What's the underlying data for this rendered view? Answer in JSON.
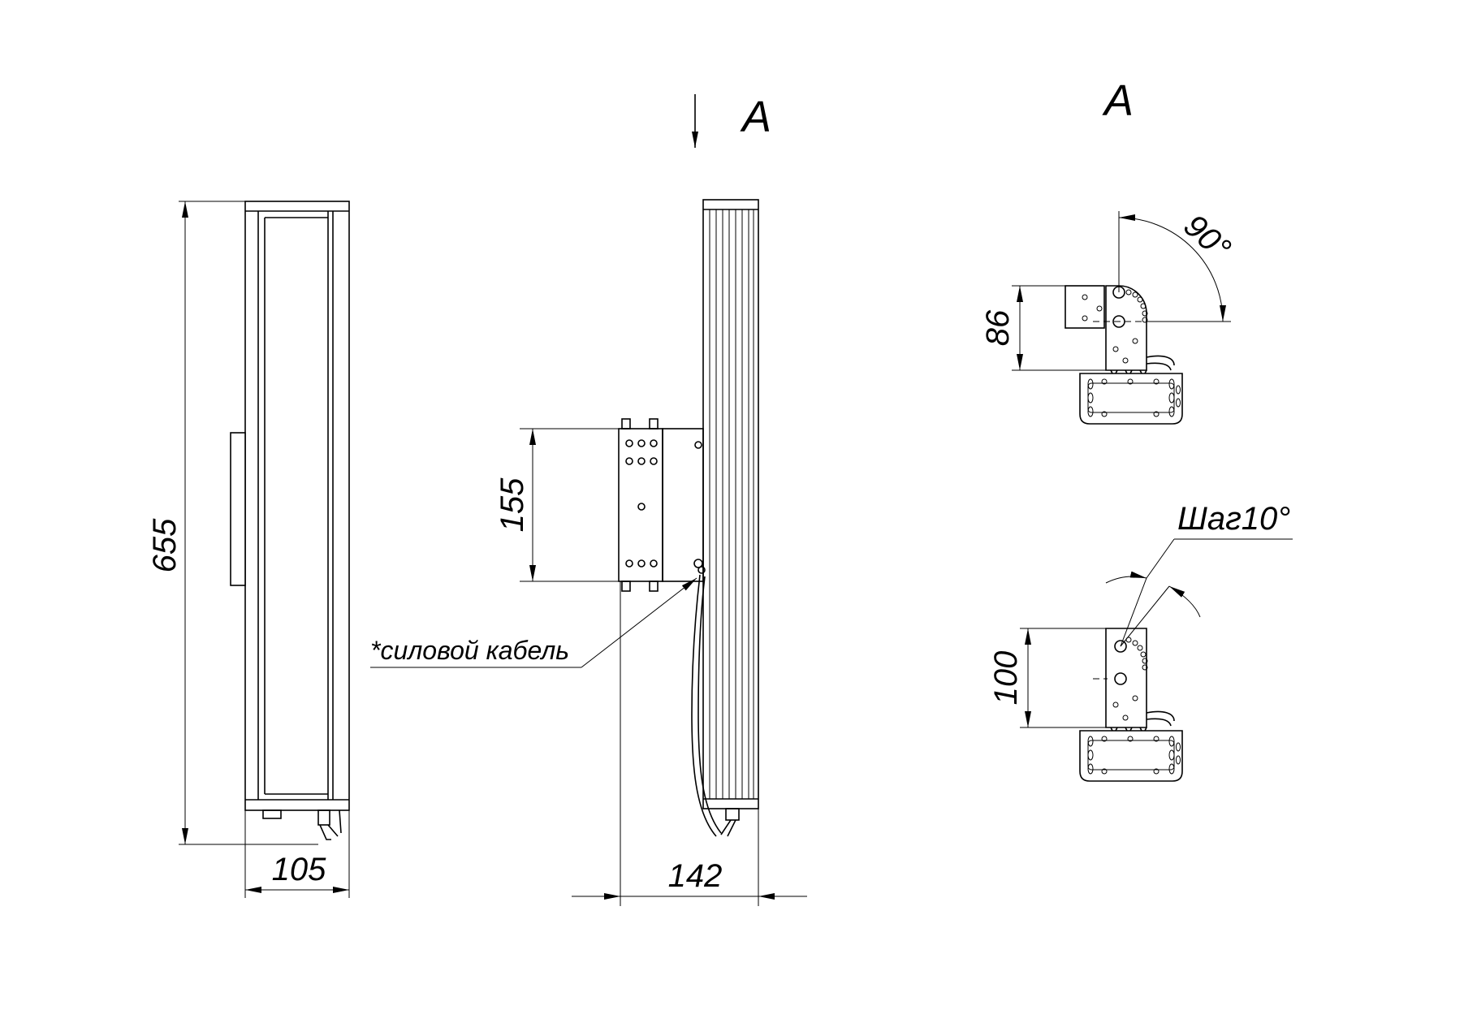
{
  "view_labels": {
    "arrow_view": "A",
    "section_view": "A"
  },
  "dimensions": {
    "height": "655",
    "width_front": "105",
    "bracket_height": "155",
    "depth_side": "142",
    "bracket_top_height": "86",
    "bracket_bottom_height": "100",
    "angle": "90°",
    "step": "Шаг10°"
  },
  "callouts": {
    "power_cable": "*силовой кабель"
  }
}
